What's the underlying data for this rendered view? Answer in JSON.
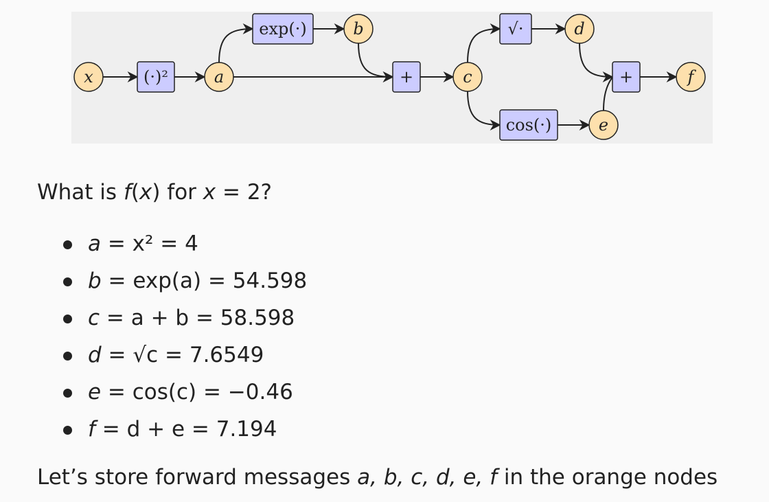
{
  "graph": {
    "nodes": [
      {
        "id": "x",
        "label": "x",
        "kind": "var"
      },
      {
        "id": "sq",
        "label": "(·)²",
        "kind": "op"
      },
      {
        "id": "a",
        "label": "a",
        "kind": "var"
      },
      {
        "id": "exp",
        "label": "exp(·)",
        "kind": "op"
      },
      {
        "id": "b",
        "label": "b",
        "kind": "var"
      },
      {
        "id": "plus1",
        "label": "+",
        "kind": "op"
      },
      {
        "id": "c",
        "label": "c",
        "kind": "var"
      },
      {
        "id": "sqrt",
        "label": "√·",
        "kind": "op"
      },
      {
        "id": "d",
        "label": "d",
        "kind": "var"
      },
      {
        "id": "cos",
        "label": "cos(·)",
        "kind": "op"
      },
      {
        "id": "e",
        "label": "e",
        "kind": "var"
      },
      {
        "id": "plus2",
        "label": "+",
        "kind": "op"
      },
      {
        "id": "f",
        "label": "f",
        "kind": "var"
      }
    ],
    "edges": [
      [
        "x",
        "sq"
      ],
      [
        "sq",
        "a"
      ],
      [
        "a",
        "exp"
      ],
      [
        "exp",
        "b"
      ],
      [
        "b",
        "plus1"
      ],
      [
        "a",
        "plus1"
      ],
      [
        "plus1",
        "c"
      ],
      [
        "c",
        "sqrt"
      ],
      [
        "sqrt",
        "d"
      ],
      [
        "d",
        "plus2"
      ],
      [
        "c",
        "cos"
      ],
      [
        "cos",
        "e"
      ],
      [
        "e",
        "plus2"
      ],
      [
        "plus2",
        "f"
      ]
    ],
    "colors": {
      "var_fill": "#fde0ad",
      "op_fill": "#ccccff",
      "stroke": "#222222",
      "panel": "#efefef"
    }
  },
  "question": {
    "prefix": "What is ",
    "fx": "f",
    "paren_x": "x",
    "mid": " for ",
    "x": "x",
    "rest": " = 2?"
  },
  "steps": [
    {
      "var": "a",
      "expr": " = x² = 4"
    },
    {
      "var": "b",
      "expr": " = exp(a) = 54.598"
    },
    {
      "var": "c",
      "expr": " = a + b = 58.598"
    },
    {
      "var": "d",
      "expr": " = √c = 7.6549"
    },
    {
      "var": "e",
      "expr": " = cos(c) = −0.46"
    },
    {
      "var": "f",
      "expr": " = d + e = 7.194"
    }
  ],
  "note": {
    "prefix": "Let’s store forward messages ",
    "vars": "a, b, c, d, e, f",
    "suffix": " in the orange nodes"
  }
}
